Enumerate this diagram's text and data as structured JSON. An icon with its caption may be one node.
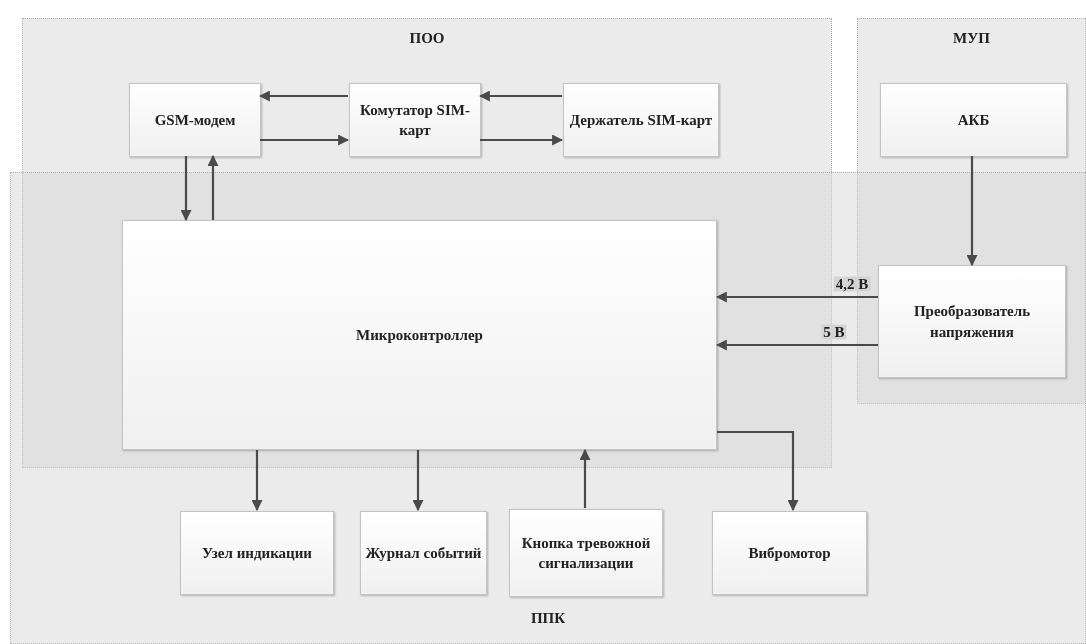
{
  "diagram": {
    "nodes": [
      {
        "text": [
          "ПОО"
        ]
      },
      {
        "text": [
          "GSM-модем"
        ],
        "in": 0
      },
      {
        "text": [
          "Комутатор SIM-карт"
        ],
        "in": 0
      },
      {
        "text": [
          "Держатель SIM-карт"
        ],
        "in": 0
      },
      {
        "text": [
          "МУП"
        ]
      },
      {
        "text": [
          "АКБ"
        ],
        "in": 4
      },
      {
        "text": [
          "ППК"
        ]
      },
      {
        "text": [
          "Микроконтроллер"
        ]
      },
      {
        "text": [
          "Преобразователь напряжения"
        ]
      },
      {
        "text": [
          "Узел индикации"
        ],
        "in": 6
      },
      {
        "text": [
          "Журнал событий"
        ],
        "in": 6
      },
      {
        "text": [
          "Кнопка тревожной сигнализации"
        ],
        "in": 6
      },
      {
        "text": [
          "Вибромотор"
        ],
        "in": 6
      }
    ],
    "edges": [
      {
        "from": 2,
        "to": 1,
        "arrow": "to"
      },
      {
        "from": 1,
        "to": 2,
        "arrow": "to"
      },
      {
        "from": 3,
        "to": 2,
        "arrow": "to"
      },
      {
        "from": 2,
        "to": 3,
        "arrow": "to"
      },
      {
        "from": 1,
        "to": 7,
        "arrow": "to"
      },
      {
        "from": 7,
        "to": 1,
        "arrow": "to"
      },
      {
        "from": 5,
        "to": 8,
        "arrow": "to"
      },
      {
        "from": 8,
        "to": 7,
        "arrow": "to",
        "label": "4,2 В"
      },
      {
        "from": 8,
        "to": 7,
        "arrow": "to",
        "label": "5 В"
      },
      {
        "from": 7,
        "to": 9,
        "arrow": "to"
      },
      {
        "from": 7,
        "to": 10,
        "arrow": "to"
      },
      {
        "from": 11,
        "to": 7,
        "arrow": "to"
      },
      {
        "from": 7,
        "to": 12,
        "arrow": "to"
      }
    ]
  }
}
